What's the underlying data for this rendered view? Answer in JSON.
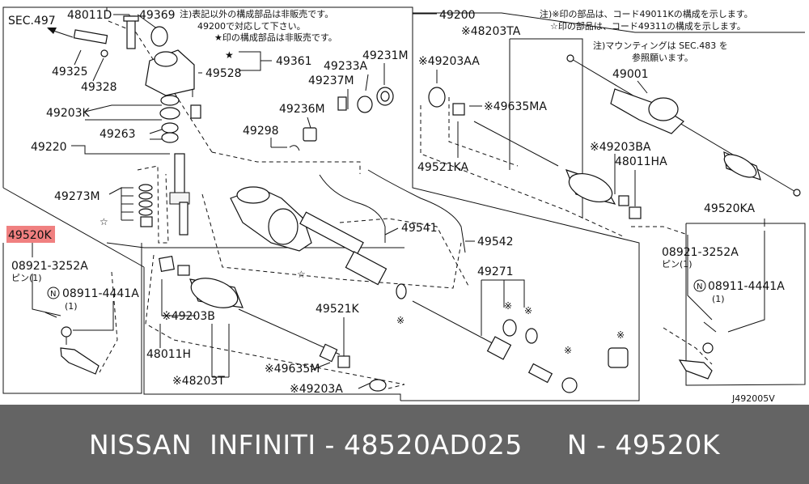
{
  "colors": {
    "highlight": "#f08080",
    "footer_bg": "#646464",
    "footer_text": "#ffffff"
  },
  "diagram": {
    "labels": {
      "sec497": "SEC.497",
      "p48011D": "48011D",
      "p49369": "49369",
      "p49325": "49325",
      "p49328": "49328",
      "p49203K": "49203K",
      "p49263": "49263",
      "p49220": "49220",
      "p49273M": "49273M",
      "p49520K": "49520K",
      "p08921_3252A_left": "08921-3252A",
      "pin_left": "ピン(1)",
      "p08911_4441A_left": "08911-4441A",
      "qty_left": "(1)",
      "p49361": "49361",
      "p49528": "49528",
      "p49231M": "49231M",
      "p49233A": "49233A",
      "p49237M": "49237M",
      "p49236M": "49236M",
      "p49298": "49298",
      "p49200": "49200",
      "p48203TA": "※48203TA",
      "p49203AA": "※49203AA",
      "p49635MA": "※49635MA",
      "p49521KA": "49521KA",
      "p49203BA": "※49203BA",
      "p48011HA": "48011HA",
      "p49001": "49001",
      "p49541": "49541",
      "p49542": "49542",
      "p49271": "49271",
      "p49521K": "49521K",
      "p49203B": "※49203B",
      "p48011H": "48011H",
      "p48203T": "※48203T",
      "p49635M": "※49635M",
      "p49203A": "※49203A",
      "p49520KA": "49520KA",
      "p08921_3252A_right": "08921-3252A",
      "pin_right": "ピン(1)",
      "p08911_4441A_right": "08911-4441A",
      "qty_right": "(1)",
      "diagram_code": "J492005V",
      "n_mark": "N",
      "kome": "※"
    },
    "notes": {
      "center_1": "注)表記以外の構成部品は非販売です。",
      "center_2": "49200で対応して下さい。",
      "center_3": "★印の構成部品は非販売です。",
      "right_1": "注)※印の部品は、コード49011Kの構成を示します。",
      "right_2": "☆印の部品は、コード49311の構成を示します。",
      "mount_1": "注)マウンティングは SEC.483 を",
      "mount_2": "参照願います。"
    }
  },
  "footer": {
    "text": "NISSAN  INFINITI - 48520AD025     N - 49520K"
  }
}
